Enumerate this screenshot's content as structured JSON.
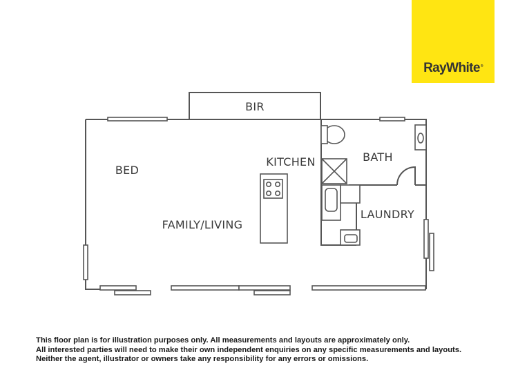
{
  "logo": {
    "text": "RayWhite",
    "mark": "®",
    "brand_color": "#ffe512"
  },
  "rooms": {
    "bir": "BIR",
    "bed": "BED",
    "kitchen": "KITCHEN",
    "bath": "BATH",
    "family_living": "FAMILY/LIVING",
    "laundry": "LAUNDRY"
  },
  "disclaimer": {
    "line1": "This floor plan is for illustration purposes only. All measurements and layouts are approximately only.",
    "line2": "All interested parties will need to make their own independent enquiries on any specific measurements and layouts.",
    "line3": "Neither the agent, illustrator or owners take any responsibility for any errors or omissions."
  }
}
